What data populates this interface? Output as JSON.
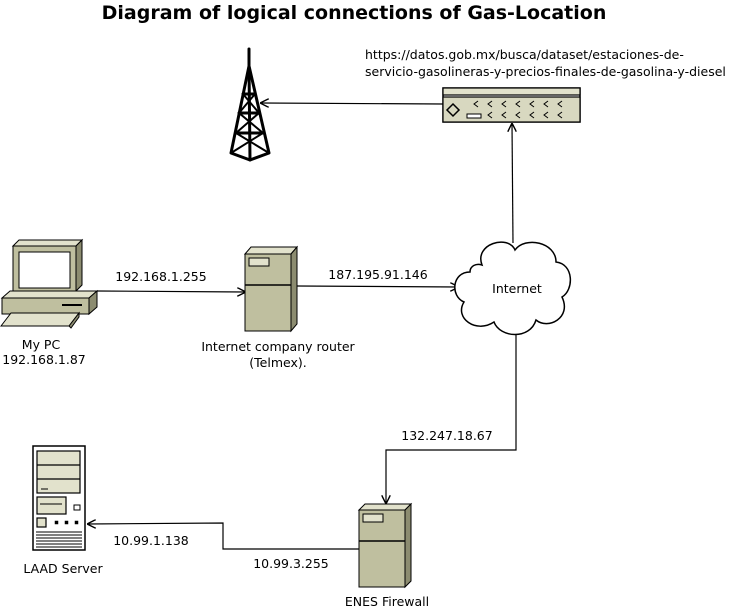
{
  "title": "Diagram of logical connections of Gas-Location",
  "url": {
    "line1": "https://datos.gob.mx/busca/dataset/estaciones-de-",
    "line2": "servicio-gasolineras-y-precios-finales-de-gasolina-y-diesel"
  },
  "nodes": {
    "pc": {
      "line1": "My PC",
      "line2": "192.168.1.87"
    },
    "router": {
      "line1": "Internet company router",
      "line2": "(Telmex)."
    },
    "internet": {
      "label": "Internet"
    },
    "firewall": {
      "label": "ENES Firewall"
    },
    "server": {
      "label": "LAAD Server"
    }
  },
  "edges": {
    "pc_router": "192.168.1.255",
    "router_internet": "187.195.91.146",
    "internet_firewall": "132.247.18.67",
    "firewall_out": "10.99.3.255",
    "server_in": "10.99.1.138"
  },
  "colors": {
    "device_fill": "#bfbf9f",
    "device_light": "#e2e2cc",
    "device_dark": "#8c8c70",
    "line": "#000000"
  },
  "icons": {
    "tower": "radio-tower-icon",
    "data_server": "rack-server-icon",
    "pc": "desktop-pc-icon",
    "router": "tower-router-icon",
    "internet": "cloud-icon",
    "firewall": "tower-firewall-icon",
    "server": "server-icon"
  }
}
